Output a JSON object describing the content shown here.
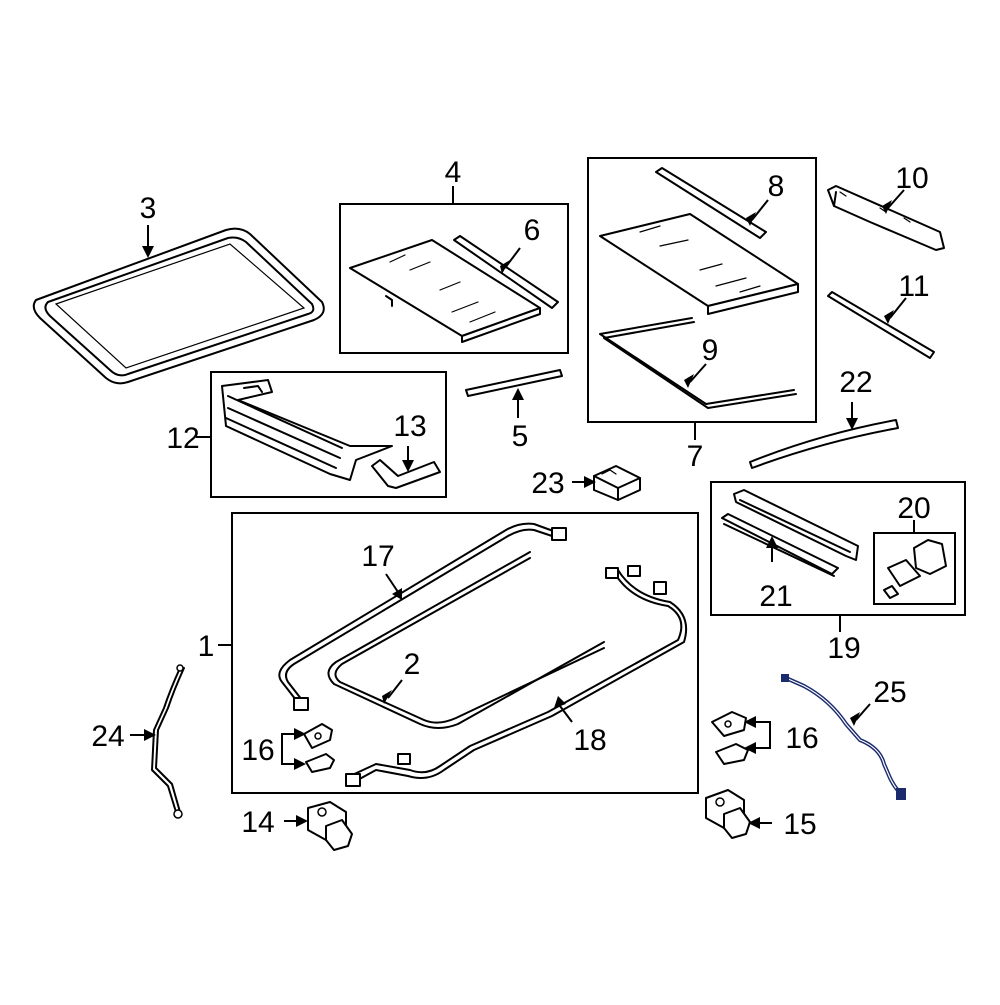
{
  "diagram": {
    "callouts": {
      "c1": "1",
      "c2": "2",
      "c3": "3",
      "c4": "4",
      "c5": "5",
      "c6": "6",
      "c7": "7",
      "c8": "8",
      "c9": "9",
      "c10": "10",
      "c11": "11",
      "c12": "12",
      "c13": "13",
      "c14": "14",
      "c15": "15",
      "c16a": "16",
      "c16b": "16",
      "c17": "17",
      "c18": "18",
      "c19": "19",
      "c20": "20",
      "c21": "21",
      "c22": "22",
      "c23": "23",
      "c24": "24",
      "c25": "25"
    },
    "highlight_color": "#1a2a6c"
  }
}
